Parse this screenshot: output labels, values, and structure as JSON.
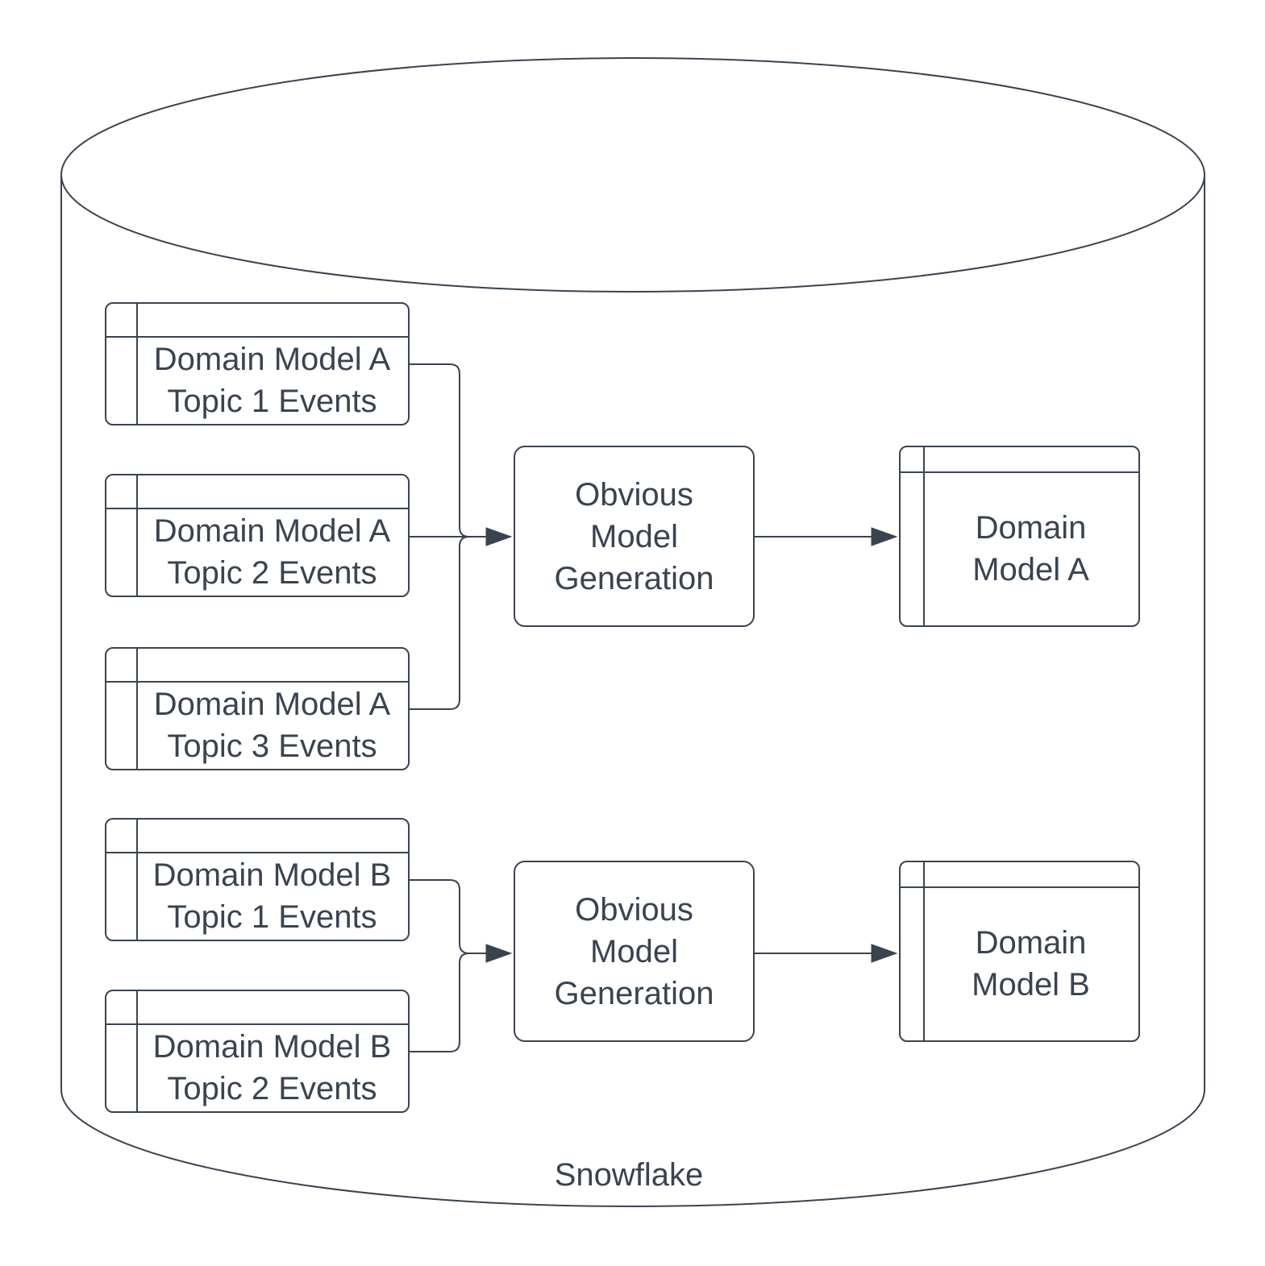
{
  "diagram": {
    "container": {
      "label": "Snowflake",
      "shape": "database-cylinder"
    },
    "colors": {
      "stroke": "#3A4450",
      "text": "#3A4450",
      "background": "#FFFFFF"
    },
    "event_tables": [
      {
        "lines": [
          "Domain Model A",
          "Topic 1 Events"
        ]
      },
      {
        "lines": [
          "Domain Model A",
          "Topic 2 Events"
        ]
      },
      {
        "lines": [
          "Domain Model A",
          "Topic 3 Events"
        ]
      },
      {
        "lines": [
          "Domain Model B",
          "Topic 1 Events"
        ]
      },
      {
        "lines": [
          "Domain Model B",
          "Topic 2 Events"
        ]
      }
    ],
    "process_boxes": [
      {
        "lines": [
          "Obvious",
          "Model",
          "Generation"
        ]
      },
      {
        "lines": [
          "Obvious",
          "Model",
          "Generation"
        ]
      }
    ],
    "output_tables": [
      {
        "lines": [
          "Domain",
          "Model A"
        ]
      },
      {
        "lines": [
          "Domain",
          "Model B"
        ]
      }
    ],
    "edges": [
      {
        "from": "Domain Model A Topic 1 Events",
        "to": "Obvious Model Generation (A)"
      },
      {
        "from": "Domain Model A Topic 2 Events",
        "to": "Obvious Model Generation (A)"
      },
      {
        "from": "Domain Model A Topic 3 Events",
        "to": "Obvious Model Generation (A)"
      },
      {
        "from": "Obvious Model Generation (A)",
        "to": "Domain Model A"
      },
      {
        "from": "Domain Model B Topic 1 Events",
        "to": "Obvious Model Generation (B)"
      },
      {
        "from": "Domain Model B Topic 2 Events",
        "to": "Obvious Model Generation (B)"
      },
      {
        "from": "Obvious Model Generation (B)",
        "to": "Domain Model B"
      }
    ]
  }
}
